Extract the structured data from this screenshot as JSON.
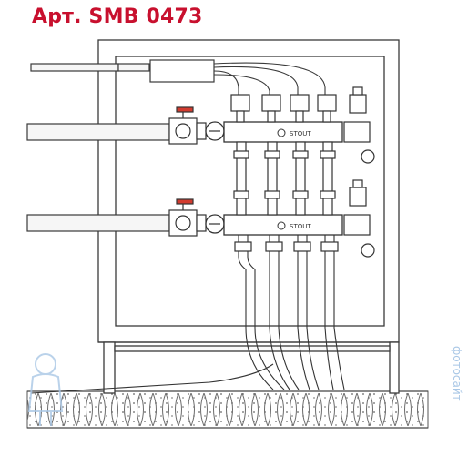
{
  "title": "Арт. SMB 0473",
  "brand_label_top": "STOUT",
  "brand_label_bottom": "STOUT",
  "watermark_text": "фотосайт",
  "colors": {
    "title": "#c8102e",
    "line": "#3a3a3a",
    "pipe_fill": "#f4f4f4",
    "handle_red": "#d23b2f",
    "watermark": "#a9c7e6"
  },
  "icons": [
    "ball-valve-icon",
    "thermometer-icon",
    "air-vent-icon",
    "flow-meter-icon",
    "actuator-icon",
    "drain-valve-icon",
    "watermark-figure-icon"
  ]
}
